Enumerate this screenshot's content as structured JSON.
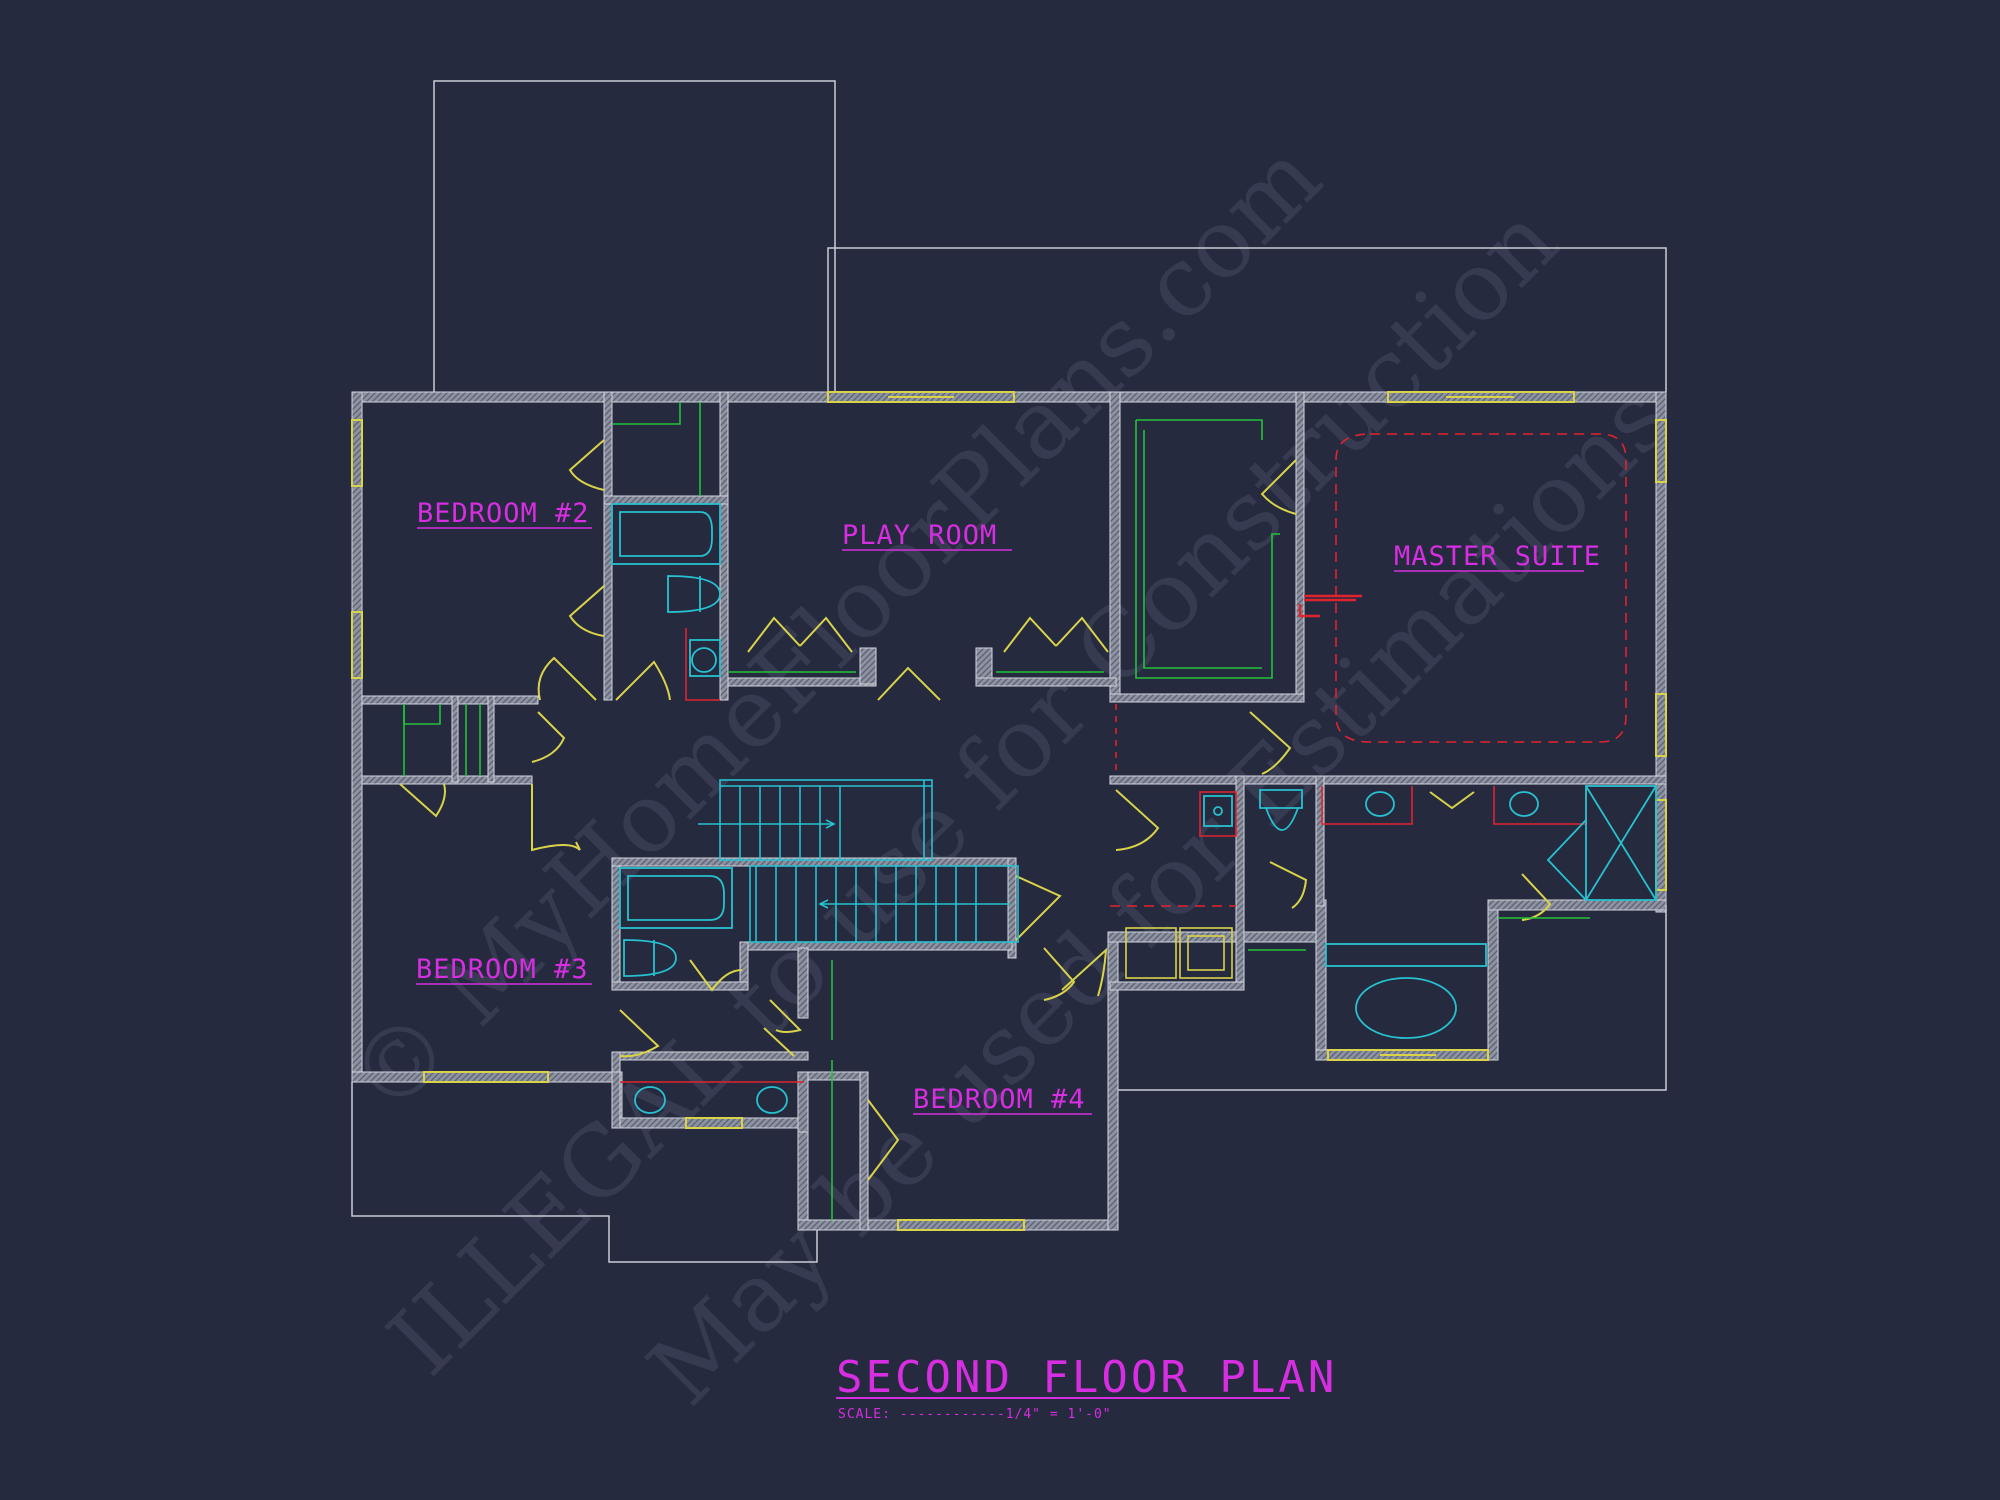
{
  "drawing": {
    "title": "SECOND FLOOR PLAN",
    "scale": "SCALE: ------------1/4\" = 1'-0\"",
    "watermark": {
      "line1": "© MyHomeFloorPlans.com",
      "line2": "ILLEGAL to use for Construction",
      "line3": "May be used for Estimations"
    }
  },
  "rooms": {
    "bedroom2": "BEDROOM #2",
    "play_room": "PLAY ROOM",
    "master_suite": "MASTER SUITE",
    "bedroom3": "BEDROOM #3",
    "bedroom4": "BEDROOM #4"
  },
  "colors": {
    "background": "#262a3f",
    "wall": "#9fa3b0",
    "outline": "#c9ccd6",
    "window": "#d9d34a",
    "door": "#d9d34a",
    "fixture": "#27c1cf",
    "closet": "#23c23a",
    "dashed": "#e0242f",
    "label": "#d62ee0"
  }
}
